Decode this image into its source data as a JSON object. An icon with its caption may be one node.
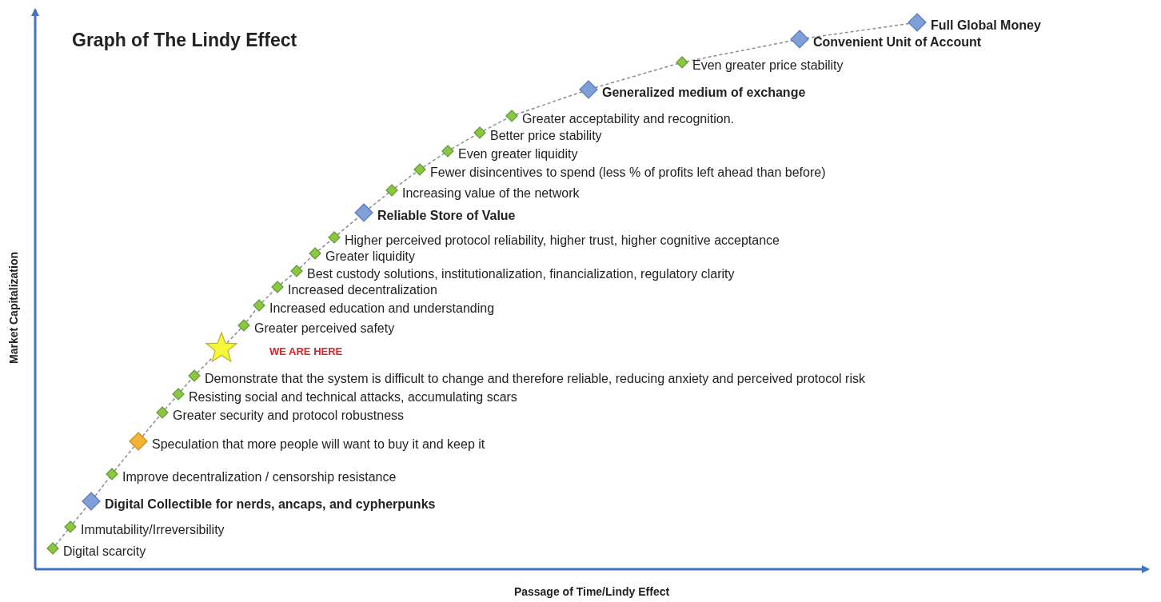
{
  "diagram": {
    "title": "Graph of The Lindy Effect",
    "nodes": [
      {
        "text": [],
        "shape": "diamond",
        "beside": [
          "Digital scarcity"
        ]
      },
      {
        "text": [],
        "shape": "diamond",
        "beside": [
          "Immutability/Irreversibility"
        ]
      },
      {
        "text": [],
        "shape": "diamond",
        "beside": [
          "**Digital Collectible** for nerds, ancaps, and cypherpunks"
        ]
      },
      {
        "text": [],
        "shape": "diamond",
        "beside": [
          "Improve decentralization / censorship resistance"
        ]
      },
      {
        "text": [],
        "shape": "diamond",
        "beside": [
          "Speculation that more people will want to buy it and keep it"
        ]
      },
      {
        "text": [],
        "shape": "diamond",
        "beside": [
          "Greater security and protocol robustness"
        ]
      },
      {
        "text": [],
        "shape": "diamond",
        "beside": [
          "Resisting social and technical attacks, accumulating scars"
        ]
      },
      {
        "text": [],
        "shape": "diamond",
        "beside": [
          "Demonstrate that the system is difficult to change and therefore reliable, reducing anxiety and perceived protocol risk"
        ]
      },
      {
        "text": [],
        "shape": "star",
        "beside": [
          "WE ARE HERE"
        ]
      },
      {
        "text": [],
        "shape": "diamond",
        "beside": [
          "Greater perceived safety"
        ]
      },
      {
        "text": [],
        "shape": "diamond",
        "beside": [
          "Increased education and understanding"
        ]
      },
      {
        "text": [],
        "shape": "diamond",
        "beside": [
          "Increased decentralization"
        ]
      },
      {
        "text": [],
        "shape": "diamond",
        "beside": [
          "Best custody solutions, institutionalization, financialization, regulatory clarity"
        ]
      },
      {
        "text": [],
        "shape": "diamond",
        "beside": [
          "Greater liquidity"
        ]
      },
      {
        "text": [],
        "shape": "diamond",
        "beside": [
          "Higher perceived protocol reliability, higher trust, higher cognitive acceptance"
        ]
      },
      {
        "text": [],
        "shape": "diamond",
        "beside": [
          "Reliable Store of Value"
        ]
      },
      {
        "text": [],
        "shape": "diamond",
        "beside": [
          "Increasing value of the network"
        ]
      },
      {
        "text": [],
        "shape": "diamond",
        "beside": [
          "Fewer disincentives to spend (less % of profits left ahead than before)"
        ]
      },
      {
        "text": [],
        "shape": "diamond",
        "beside": [
          "Even greater liquidity"
        ]
      },
      {
        "text": [],
        "shape": "diamond",
        "beside": [
          "Better price stability"
        ]
      },
      {
        "text": [],
        "shape": "diamond",
        "beside": [
          "Greater acceptability and recognition."
        ]
      },
      {
        "text": [],
        "shape": "diamond",
        "beside": [
          "Generalized medium of exchange"
        ]
      },
      {
        "text": [],
        "shape": "diamond",
        "beside": [
          "Even greater price stability"
        ]
      },
      {
        "text": [],
        "shape": "diamond",
        "beside": [
          "Convenient Unit of Account"
        ]
      },
      {
        "text": [],
        "shape": "diamond",
        "beside": [
          "Full Global Money"
        ]
      }
    ],
    "edges": [
      {
        "from": 0,
        "to": 1,
        "arrow": "none",
        "style": "dashed"
      },
      {
        "from": 1,
        "to": 2,
        "arrow": "none",
        "style": "dashed"
      },
      {
        "from": 2,
        "to": 3,
        "arrow": "none",
        "style": "dashed"
      },
      {
        "from": 3,
        "to": 4,
        "arrow": "none",
        "style": "dashed"
      },
      {
        "from": 4,
        "to": 5,
        "arrow": "none",
        "style": "dashed"
      },
      {
        "from": 5,
        "to": 6,
        "arrow": "none",
        "style": "dashed"
      },
      {
        "from": 6,
        "to": 7,
        "arrow": "none",
        "style": "dashed"
      },
      {
        "from": 7,
        "to": 8,
        "arrow": "none",
        "style": "dashed"
      },
      {
        "from": 8,
        "to": 9,
        "arrow": "none",
        "style": "dashed"
      },
      {
        "from": 9,
        "to": 10,
        "arrow": "none",
        "style": "dashed"
      },
      {
        "from": 10,
        "to": 11,
        "arrow": "none",
        "style": "dashed"
      },
      {
        "from": 11,
        "to": 12,
        "arrow": "none",
        "style": "dashed"
      },
      {
        "from": 12,
        "to": 13,
        "arrow": "none",
        "style": "dashed"
      },
      {
        "from": 13,
        "to": 14,
        "arrow": "none",
        "style": "dashed"
      },
      {
        "from": 14,
        "to": 15,
        "arrow": "none",
        "style": "dashed"
      },
      {
        "from": 15,
        "to": 16,
        "arrow": "none",
        "style": "dashed"
      },
      {
        "from": 16,
        "to": 17,
        "arrow": "none",
        "style": "dashed"
      },
      {
        "from": 17,
        "to": 18,
        "arrow": "none",
        "style": "dashed"
      },
      {
        "from": 18,
        "to": 19,
        "arrow": "none",
        "style": "dashed"
      },
      {
        "from": 19,
        "to": 20,
        "arrow": "none",
        "style": "dashed"
      },
      {
        "from": 20,
        "to": 21,
        "arrow": "none",
        "style": "dashed"
      },
      {
        "from": 21,
        "to": 22,
        "arrow": "none",
        "style": "dashed"
      },
      {
        "from": 22,
        "to": 23,
        "arrow": "none",
        "style": "dashed"
      },
      {
        "from": 23,
        "to": 24,
        "arrow": "none",
        "style": "dashed"
      }
    ],
    "labels": [
      "Market Capitalization",
      "Passage of Time/Lindy Effect"
    ]
  }
}
